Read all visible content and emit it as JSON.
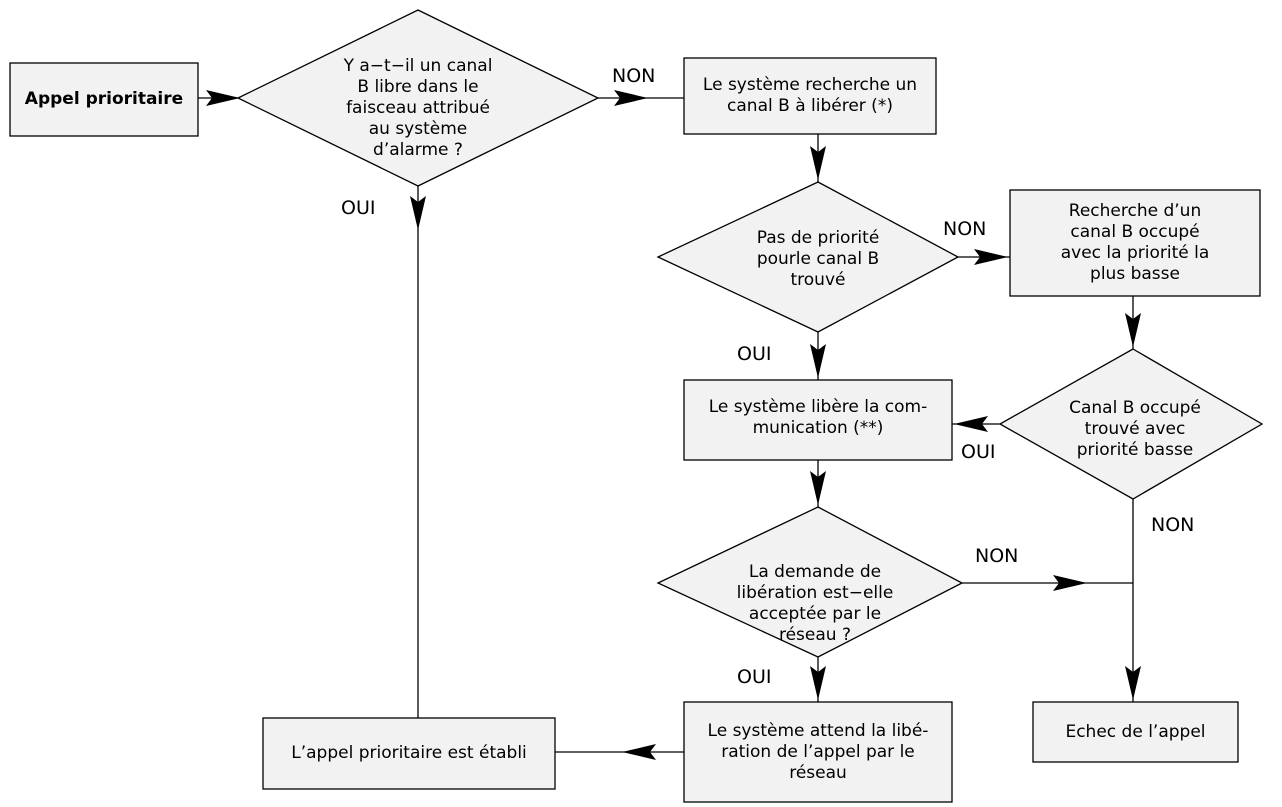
{
  "nodes": {
    "start": [
      "Appel prioritaire"
    ],
    "q_free": [
      "Y a−t−il un canal",
      "B libre dans le",
      "faisceau attribué",
      "au système",
      "d’alarme ?"
    ],
    "search": [
      "Le système recherche un",
      "canal B à libérer (*)"
    ],
    "q_nopriority": [
      "Pas de priorité",
      "pourle canal B",
      "trouvé"
    ],
    "search_busy": [
      "Recherche d’un",
      "canal B occupé",
      "avec la priorité la",
      "plus basse"
    ],
    "release": [
      "Le système libère la com-",
      "munication (**)"
    ],
    "q_busy": [
      "Canal B occupé",
      "trouvé avec",
      "priorité basse"
    ],
    "q_accepted": [
      "La demande de",
      "libération est−elle",
      "acceptée par le",
      "réseau ?"
    ],
    "wait": [
      "Le système attend la libé-",
      "ration de l’appel par le",
      "réseau"
    ],
    "established": [
      "L’appel prioritaire est établi"
    ],
    "fail": [
      "Echec de l’appel"
    ]
  },
  "labels": {
    "non_1": "NON",
    "oui_1": "OUI",
    "non_2": "NON",
    "oui_2": "OUI",
    "oui_3": "OUI",
    "non_3": "NON",
    "non_4": "NON",
    "oui_4": "OUI"
  }
}
